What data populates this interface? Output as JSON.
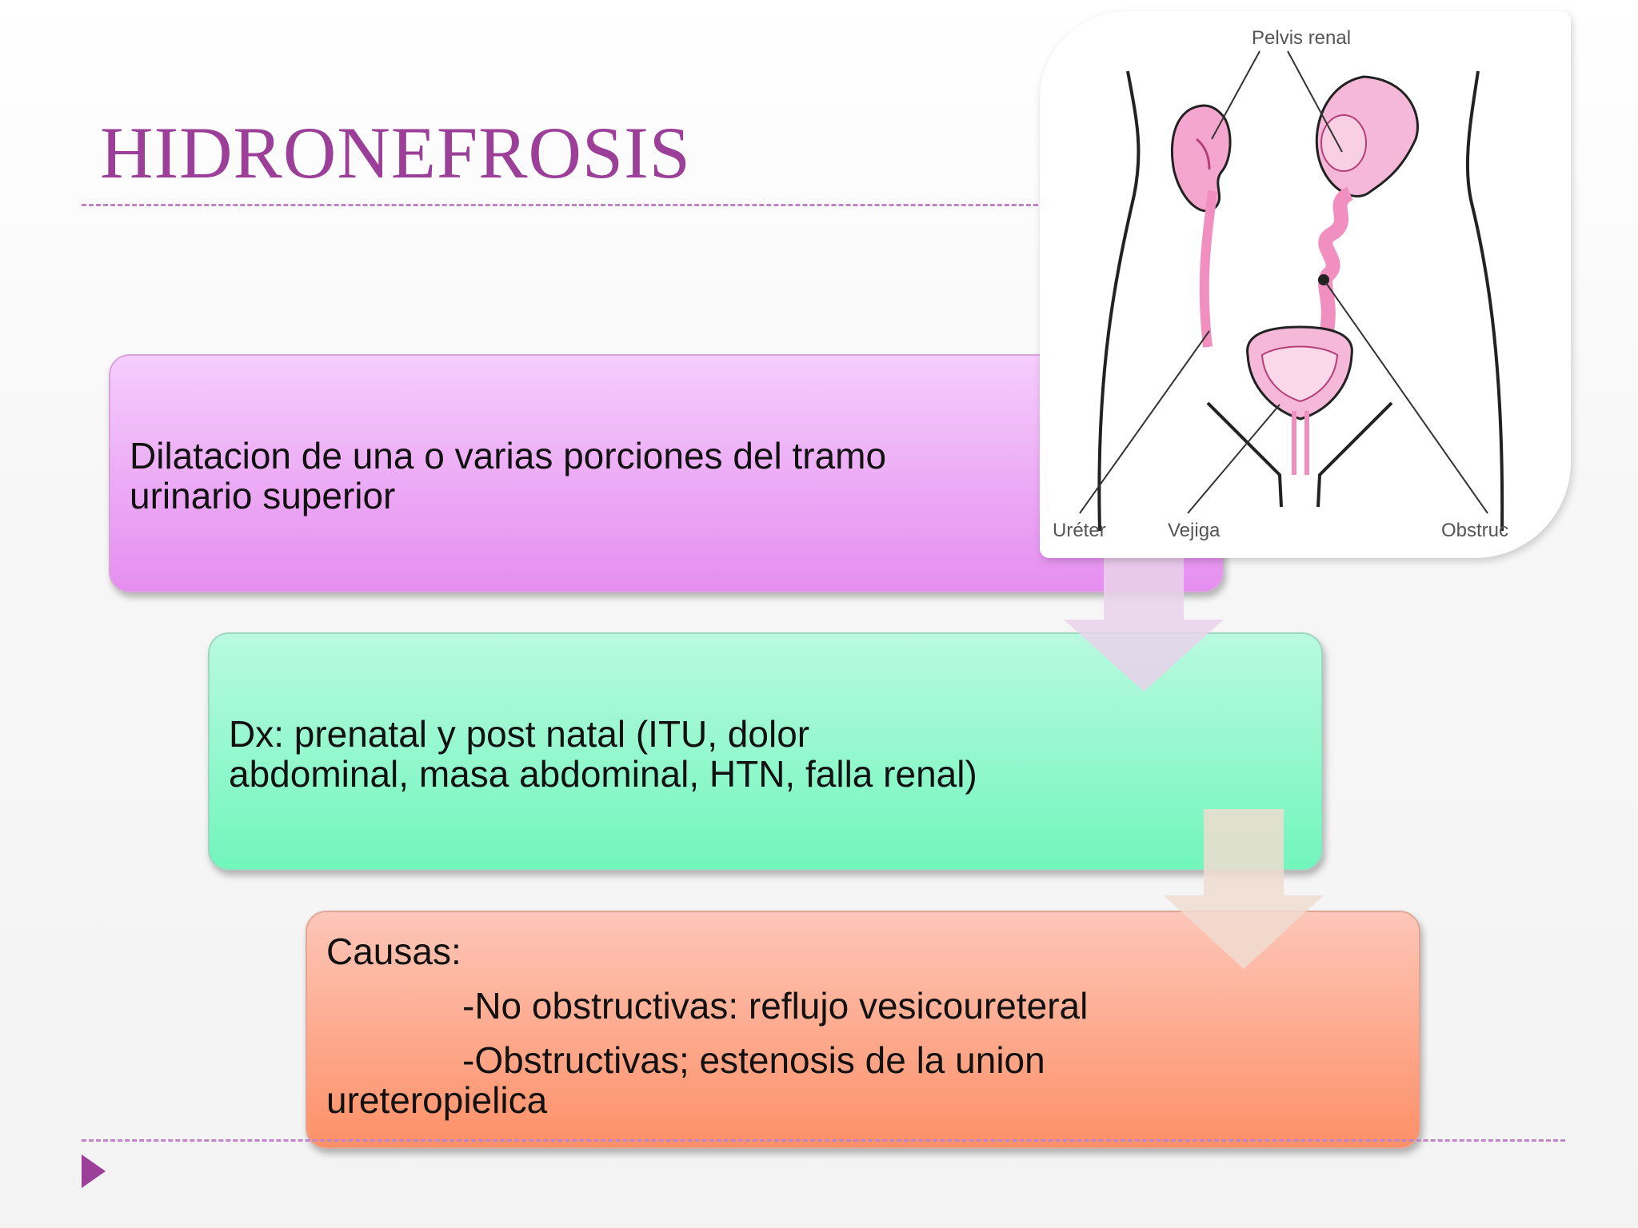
{
  "slide": {
    "title": "HIDRONEFROSIS",
    "boxes": [
      {
        "lines": [
          "Dilatacion de una o varias porciones del tramo",
          "urinario superior"
        ]
      },
      {
        "lines": [
          "Dx: prenatal y post natal (ITU, dolor",
          "abdominal, masa abdominal, HTN, falla renal)"
        ]
      },
      {
        "heading": "Causas:",
        "items": [
          "-No obstructivas: reflujo vesicoureteral",
          "-Obstructivas; estenosis de la union"
        ],
        "continuation": "ureteropielica"
      }
    ],
    "figure": {
      "labels": {
        "pelvis": "Pelvis renal",
        "ureter": "Uréter",
        "vejiga": "Vejiga",
        "obstruction": "Obstruc"
      }
    }
  },
  "colors": {
    "title": "#9c3f99",
    "box1": "#e58ef0",
    "box2": "#71f6bc",
    "box3": "#fd9067",
    "organs": "#f08fc0"
  }
}
